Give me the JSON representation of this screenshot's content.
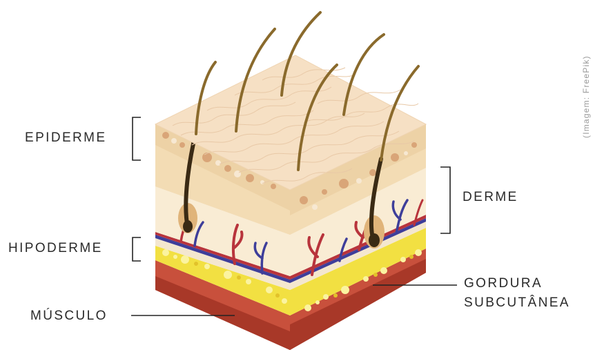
{
  "labels": {
    "epiderme": "EPIDERME",
    "hipoderme": "HIPODERME",
    "musculo": "MÚSCULO",
    "derme": "DERME",
    "gordura": "GORDURA",
    "subcutanea": "SUBCUTÂNEA"
  },
  "credit": "(Imagem: FreePik)",
  "colors": {
    "top_face": "#f6e0c4",
    "epidermis_band": "#edd2a6",
    "dermis": "#f9ecd4",
    "fat": "#f2e042",
    "muscle": "#c8503c",
    "artery": "#b8343c",
    "vein": "#3e3e9a",
    "hair": "#8a6a2c",
    "label_text": "#2a2a2a"
  }
}
